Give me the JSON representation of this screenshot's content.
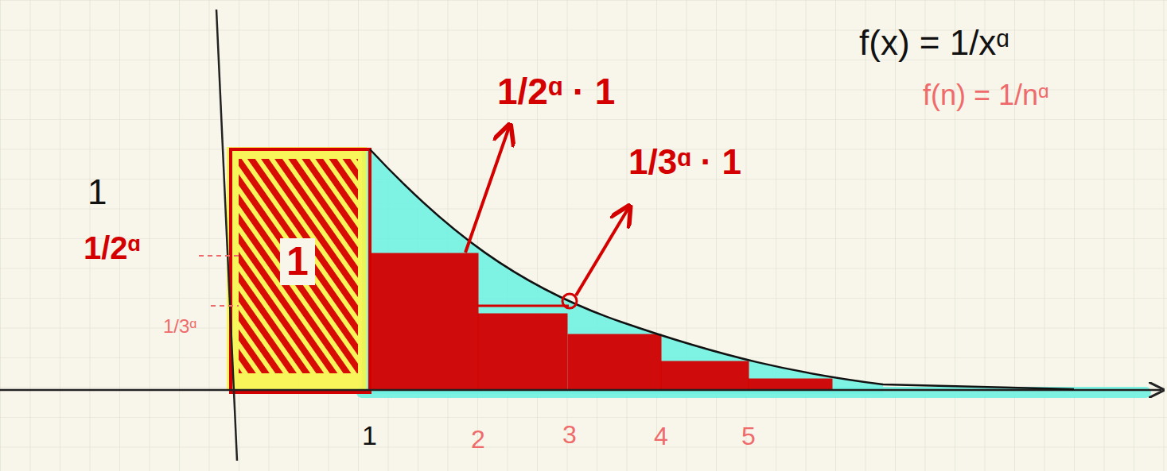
{
  "diagram": {
    "labels": [
      "f(x) = 1/xᵅ",
      "f(n) = 1/nᵅ",
      "1",
      "1/2ᵅ",
      "1/3ᵅ",
      "1",
      "1/2ᵅ · 1",
      "1/3ᵅ · 1",
      "1",
      "2",
      "3",
      "4",
      "5"
    ]
  }
}
